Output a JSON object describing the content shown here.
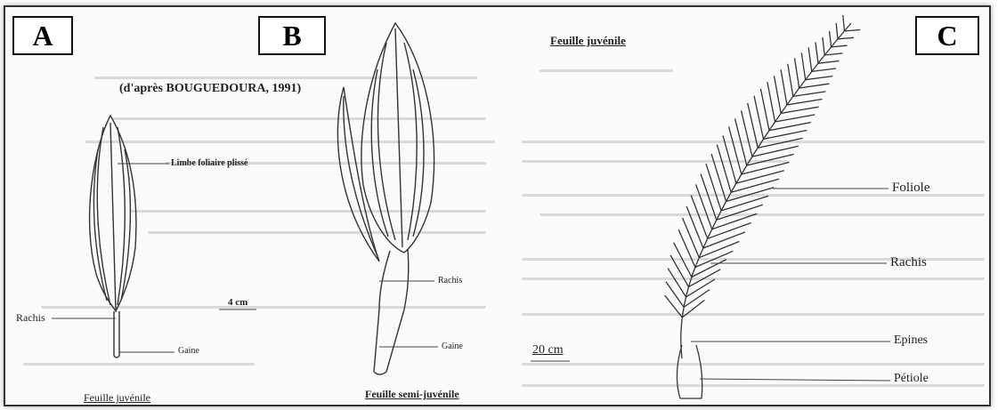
{
  "panels": {
    "a": "A",
    "b": "B",
    "c": "C"
  },
  "source_note": "(d'après BOUGUEDOURA, 1991)",
  "panel_a": {
    "limbe": "Limbe foliaire plissé",
    "rachis": "Rachis",
    "gaine": "Gaine",
    "scale": "4 cm",
    "caption": "Feuille juvénile"
  },
  "panel_b": {
    "rachis": "Rachis",
    "gaine": "Gaine",
    "caption": "Feuille semi-juvénile"
  },
  "panel_c": {
    "title": "Feuille juvénile",
    "foliole": "Foliole",
    "rachis": "Rachis",
    "epines": "Epines",
    "petiole": "Pétiole",
    "scale": "20 cm"
  }
}
